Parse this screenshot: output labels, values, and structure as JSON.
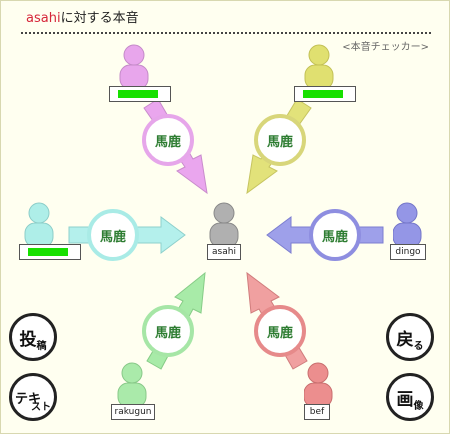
{
  "header": {
    "user": "asahi",
    "title_suffix": "に対する本音",
    "checker_label": "<本音チェッカー>"
  },
  "center_user": {
    "name": "asahi"
  },
  "relations": [
    {
      "id": "top-left",
      "name": "",
      "masked": true,
      "color": "#e6a6ea",
      "label": "馬鹿"
    },
    {
      "id": "top-right",
      "name": "",
      "masked": true,
      "color": "#d8d67a",
      "label": "馬鹿"
    },
    {
      "id": "left",
      "name": "",
      "masked": true,
      "color": "#a9ebe6",
      "label": "馬鹿"
    },
    {
      "id": "right",
      "name": "dingo",
      "masked": false,
      "color": "#8e8ee0",
      "label": "馬鹿"
    },
    {
      "id": "bottom-left",
      "name": "rakugun",
      "masked": false,
      "color": "#a6e6a6",
      "label": "馬鹿"
    },
    {
      "id": "bottom-right",
      "name": "bef",
      "masked": false,
      "color": "#e68a8a",
      "label": "馬鹿"
    }
  ],
  "buttons": {
    "post_big": "投",
    "post_small": "稿",
    "text_big": "テキ",
    "text_small": "スト",
    "back_big": "戻",
    "back_small": "る",
    "image_big": "画",
    "image_small": "像"
  },
  "colors": {
    "title_user": "#d6263a",
    "mask_green": "#17e000",
    "label_text": "#2e7d32",
    "center_figure": "#a8a8a8"
  }
}
